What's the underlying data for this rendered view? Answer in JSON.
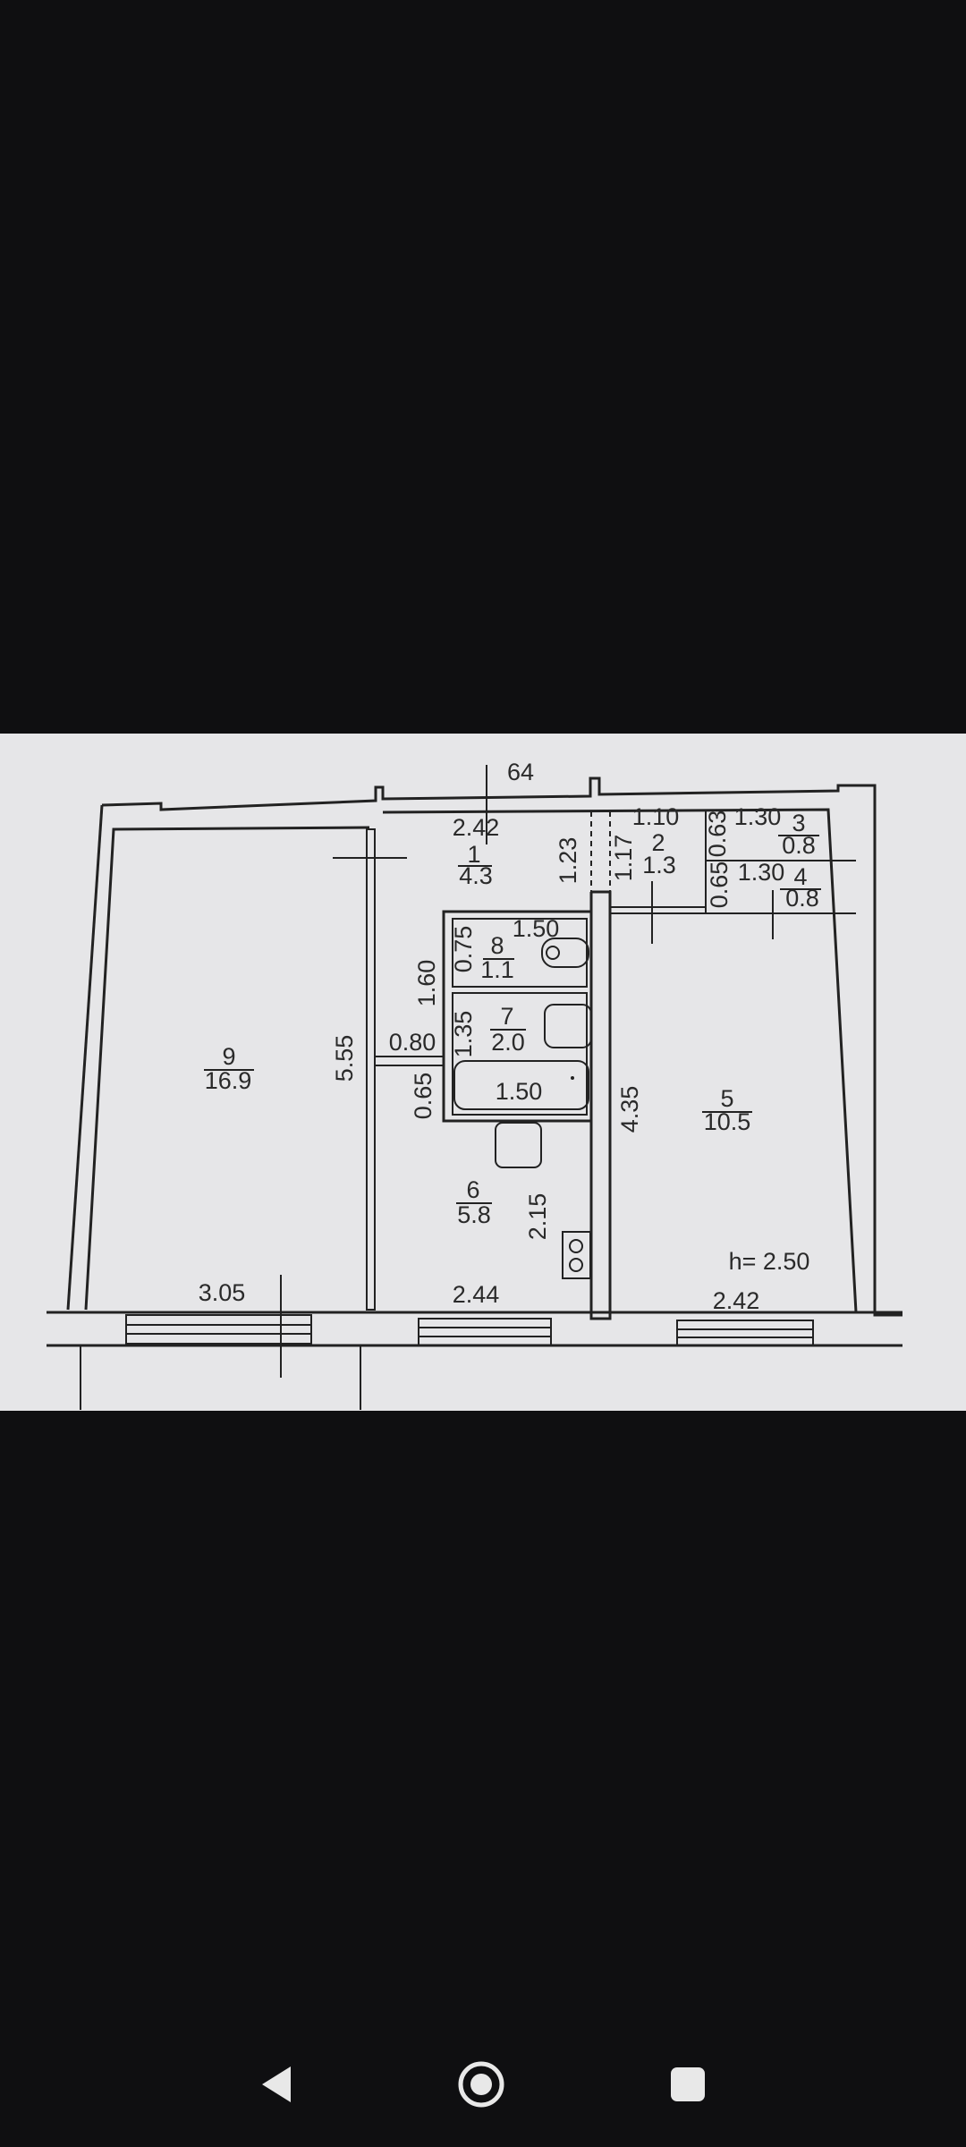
{
  "floor_plan": {
    "rooms": [
      {
        "number": "1",
        "area": "4.3"
      },
      {
        "number": "2",
        "area": "1.3"
      },
      {
        "number": "3",
        "area": "0.8"
      },
      {
        "number": "4",
        "area": "0.8"
      },
      {
        "number": "5",
        "area": "10.5"
      },
      {
        "number": "6",
        "area": "5.8"
      },
      {
        "number": "7",
        "area": "2.0"
      },
      {
        "number": "8",
        "area": "1.1"
      },
      {
        "number": "9",
        "area": "16.9"
      }
    ],
    "dimensions": {
      "top_marker": "64",
      "hall_width": "2.42",
      "hall_door": "1.23",
      "closet2_depth": "1.17",
      "closet2_width": "1.10",
      "closet3_depth": "0.63",
      "closet3_width": "1.30",
      "closet4_depth": "0.65",
      "closet4_width": "1.30",
      "wc_depth": "0.75",
      "wc_width": "1.50",
      "bath_block": "1.60",
      "bath_depth": "1.35",
      "wall_080": "0.80",
      "room9_depth": "5.55",
      "kitchen_065": "0.65",
      "tub_length": "1.50",
      "room5_depth": "4.35",
      "kitchen_depth": "2.15",
      "ceiling_height": "h= 2.50",
      "room9_width": "3.05",
      "kitchen_width": "2.44",
      "room5_width": "2.42"
    }
  },
  "navbar": {
    "back": "back",
    "home": "home",
    "recents": "recents"
  }
}
